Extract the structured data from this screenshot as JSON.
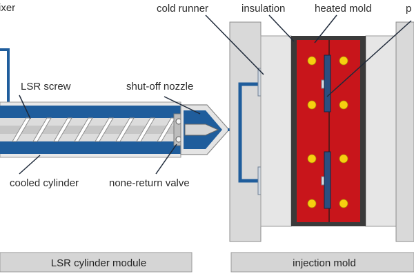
{
  "labels": {
    "mixer": "ixer",
    "cold_runner": "cold runner",
    "insulation": "insulation",
    "heated_mold": "heated mold",
    "part": "p",
    "lsr_screw": "LSR screw",
    "shutoff_nozzle": "shut-off nozzle",
    "cooled_cylinder": "cooled cylinder",
    "none_return_valve": "none-return valve"
  },
  "modules": {
    "cylinder": "LSR cylinder module",
    "mold": "injection mold"
  },
  "colors": {
    "cylinder_blue": "#1f5d9c",
    "steel_gray": "#d8d8d8",
    "mold_red": "#c8151b",
    "heater_dot": "#f7cf10",
    "insulation": "#3a3a3a",
    "footer_bar": "#d5d5d5"
  }
}
